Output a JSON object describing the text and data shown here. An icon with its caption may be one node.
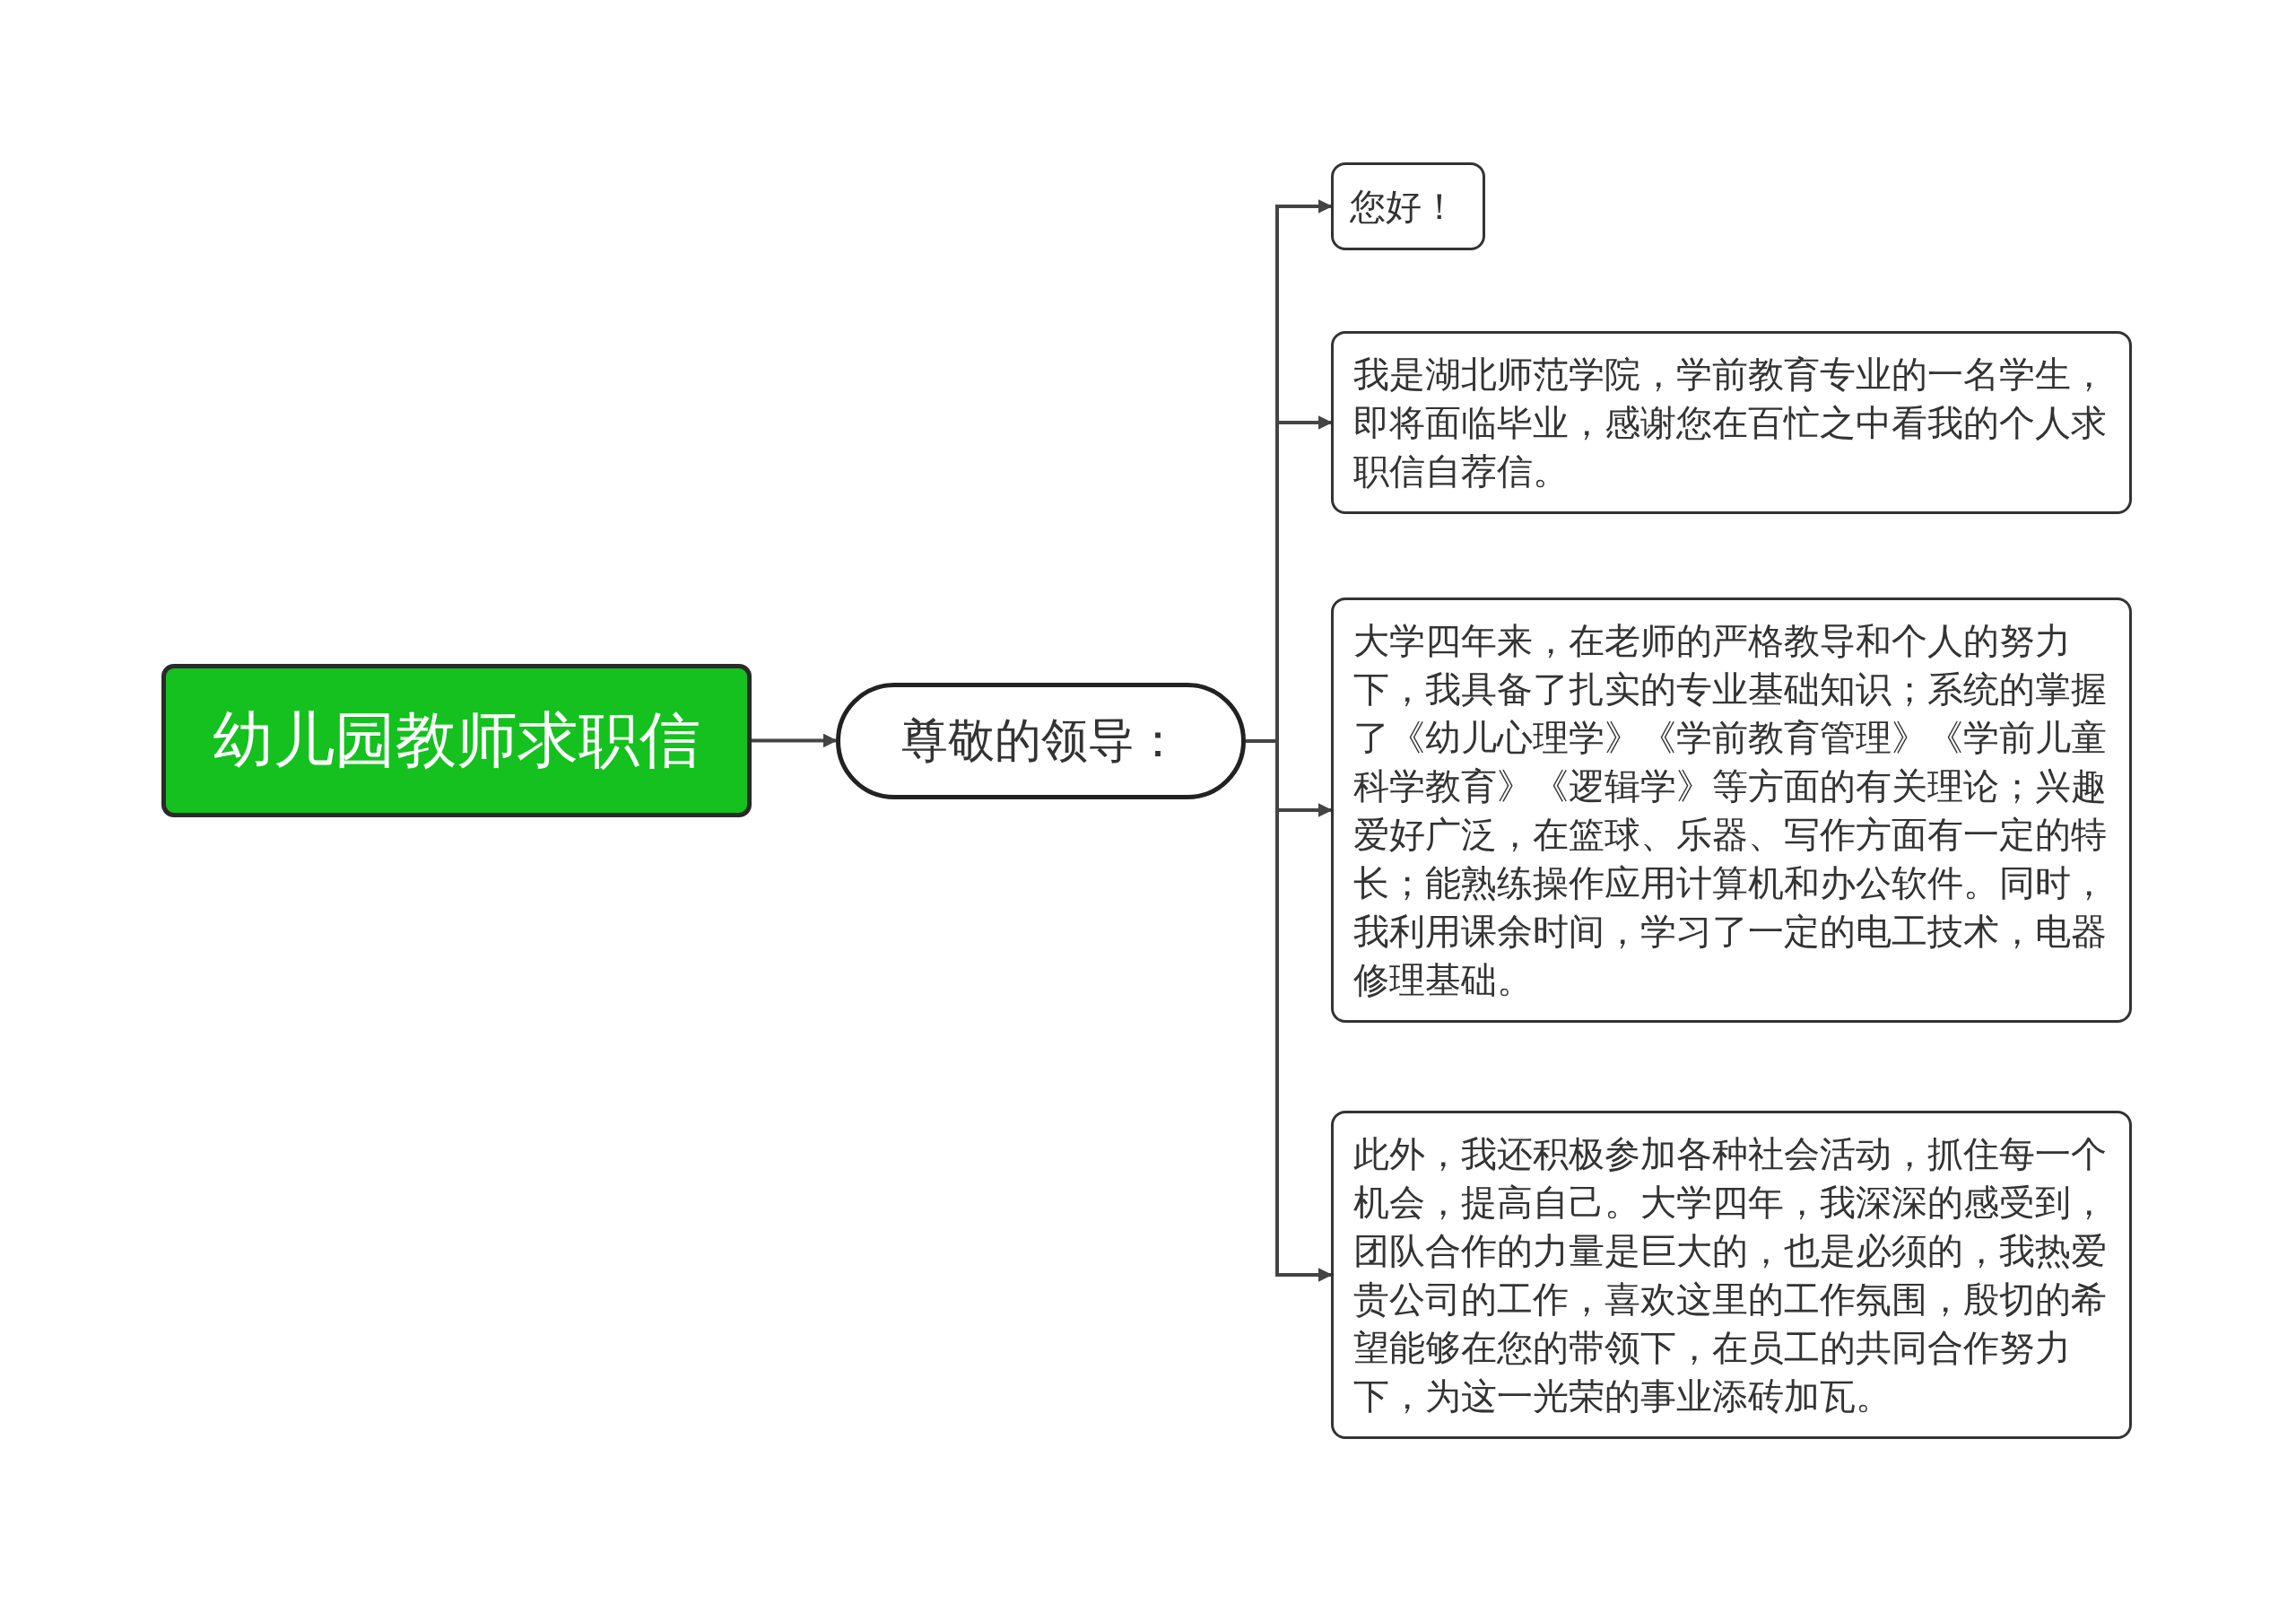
{
  "diagram": {
    "nodes": [
      {
        "text": [
          "幼儿园教师求职信"
        ]
      },
      {
        "text": [
          "尊敬的领导："
        ]
      },
      {
        "text": [
          "您好！"
        ]
      },
      {
        "text": [
          "我是湖北师范学院，学前教育专业的一名学生，即将面临毕业，感谢您在百忙之中看我的个人求职信自荐信。"
        ]
      },
      {
        "text": [
          "大学四年来，在老师的严格教导和个人的努力下，我具备了扎实的专业基础知识；系统的掌握了《幼儿心理学》《学前教育管理》《学前儿童科学教育》《逻辑学》等方面的有关理论；兴趣爱好广泛，在篮球、乐器、写作方面有一定的特长；能熟练操作应用计算机和办公软件。同时，我利用课余时间，学习了一定的电工技术，电器修理基础。"
        ]
      },
      {
        "text": [
          "此外，我还积极参加各种社会活动，抓住每一个机会，提高自己。大学四年，我深深的感受到，团队合作的力量是巨大的，也是必须的，我热爱贵公司的工作，喜欢这里的工作氛围，殷切的希望能够在您的带领下，在员工的共同合作努力下，为这一光荣的事业添砖加瓦。"
        ]
      }
    ],
    "edges": [
      {
        "from": 0,
        "to": 1,
        "arrow": "to"
      },
      {
        "from": 1,
        "to": 2,
        "arrow": "to"
      },
      {
        "from": 1,
        "to": 3,
        "arrow": "to"
      },
      {
        "from": 1,
        "to": 4,
        "arrow": "to"
      },
      {
        "from": 1,
        "to": 5,
        "arrow": "to"
      }
    ]
  }
}
